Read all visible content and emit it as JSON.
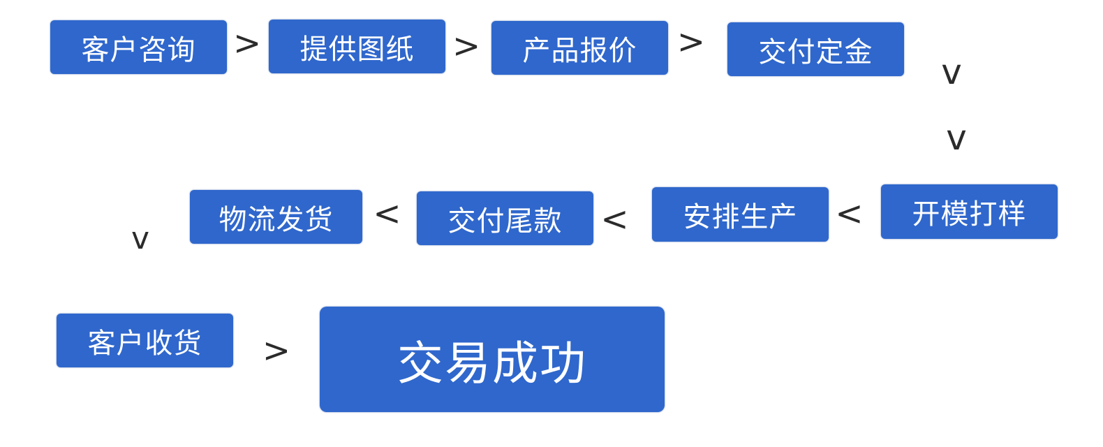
{
  "colors": {
    "box": "#2f67cc",
    "text": "#ffffff",
    "arrow": "#2b2b2b"
  },
  "steps": [
    "客户咨询",
    "提供图纸",
    "产品报价",
    "交付定金",
    "开模打样",
    "安排生产",
    "交付尾款",
    "物流发货",
    "客户收货",
    "交易成功"
  ],
  "arrows": {
    "right": ">",
    "left": "<",
    "down": "v"
  }
}
